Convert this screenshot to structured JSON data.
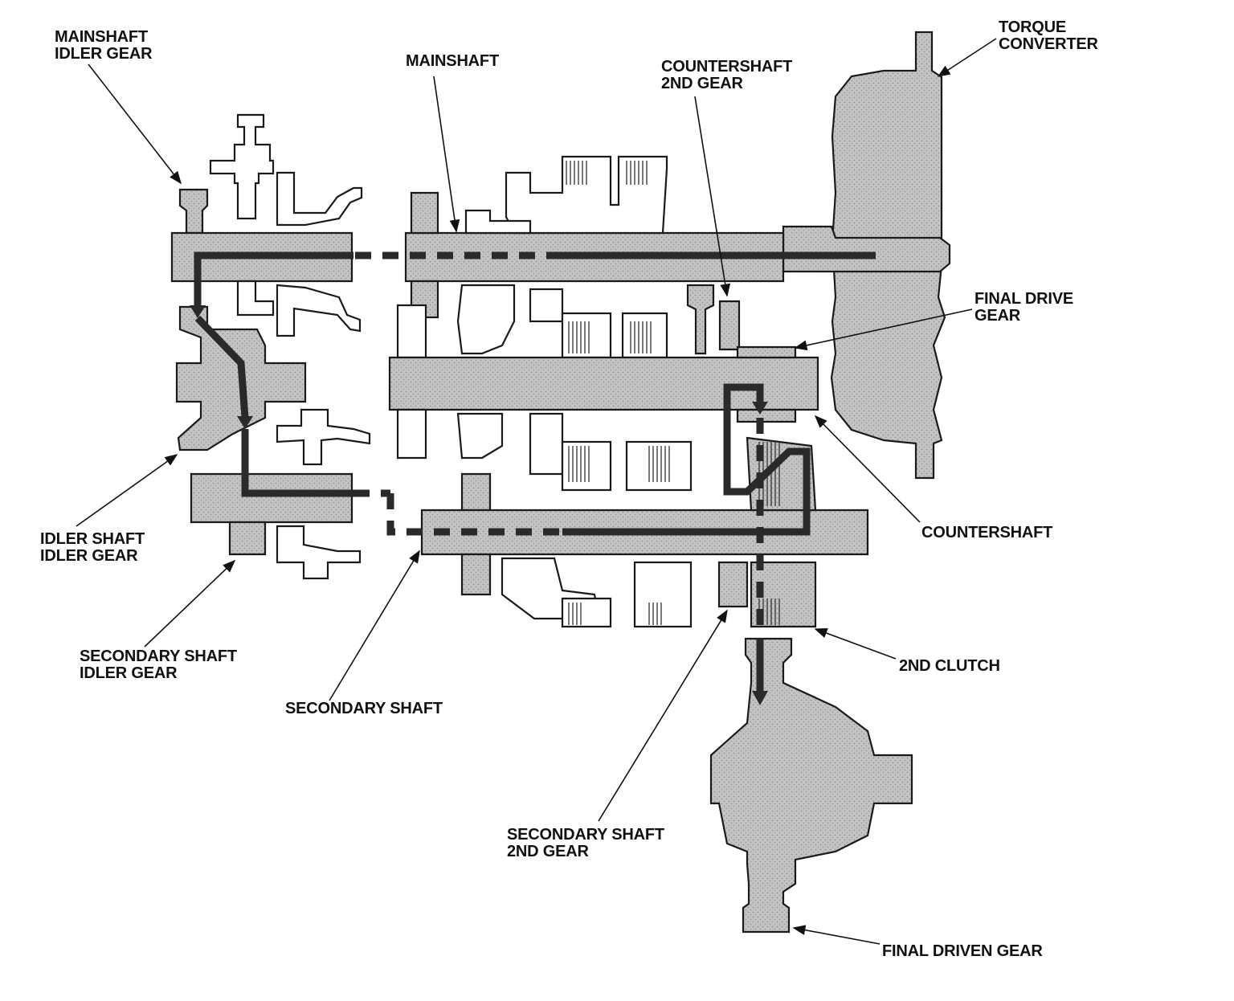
{
  "labels": {
    "mainshaft_idler_gear": [
      "MAINSHAFT",
      "IDLER GEAR"
    ],
    "mainshaft": [
      "MAINSHAFT"
    ],
    "countershaft_2nd_gear": [
      "COUNTERSHAFT",
      "2ND GEAR"
    ],
    "torque_converter": [
      "TORQUE",
      "CONVERTER"
    ],
    "final_drive_gear": [
      "FINAL DRIVE",
      "GEAR"
    ],
    "countershaft": [
      "COUNTERSHAFT"
    ],
    "idler_shaft_idler_gear": [
      "IDLER SHAFT",
      "IDLER GEAR"
    ],
    "secondary_shaft_idler_gear": [
      "SECONDARY SHAFT",
      "IDLER GEAR"
    ],
    "secondary_shaft": [
      "SECONDARY SHAFT"
    ],
    "clutch_2nd": [
      "2ND CLUTCH"
    ],
    "secondary_shaft_2nd_gear": [
      "SECONDARY SHAFT",
      "2ND GEAR"
    ],
    "final_driven_gear": [
      "FINAL DRIVEN GEAR"
    ]
  },
  "colors": {
    "part_fill": "#bdbdbd",
    "outline": "#1a1a1a",
    "power_flow": "#2a2a2a"
  }
}
